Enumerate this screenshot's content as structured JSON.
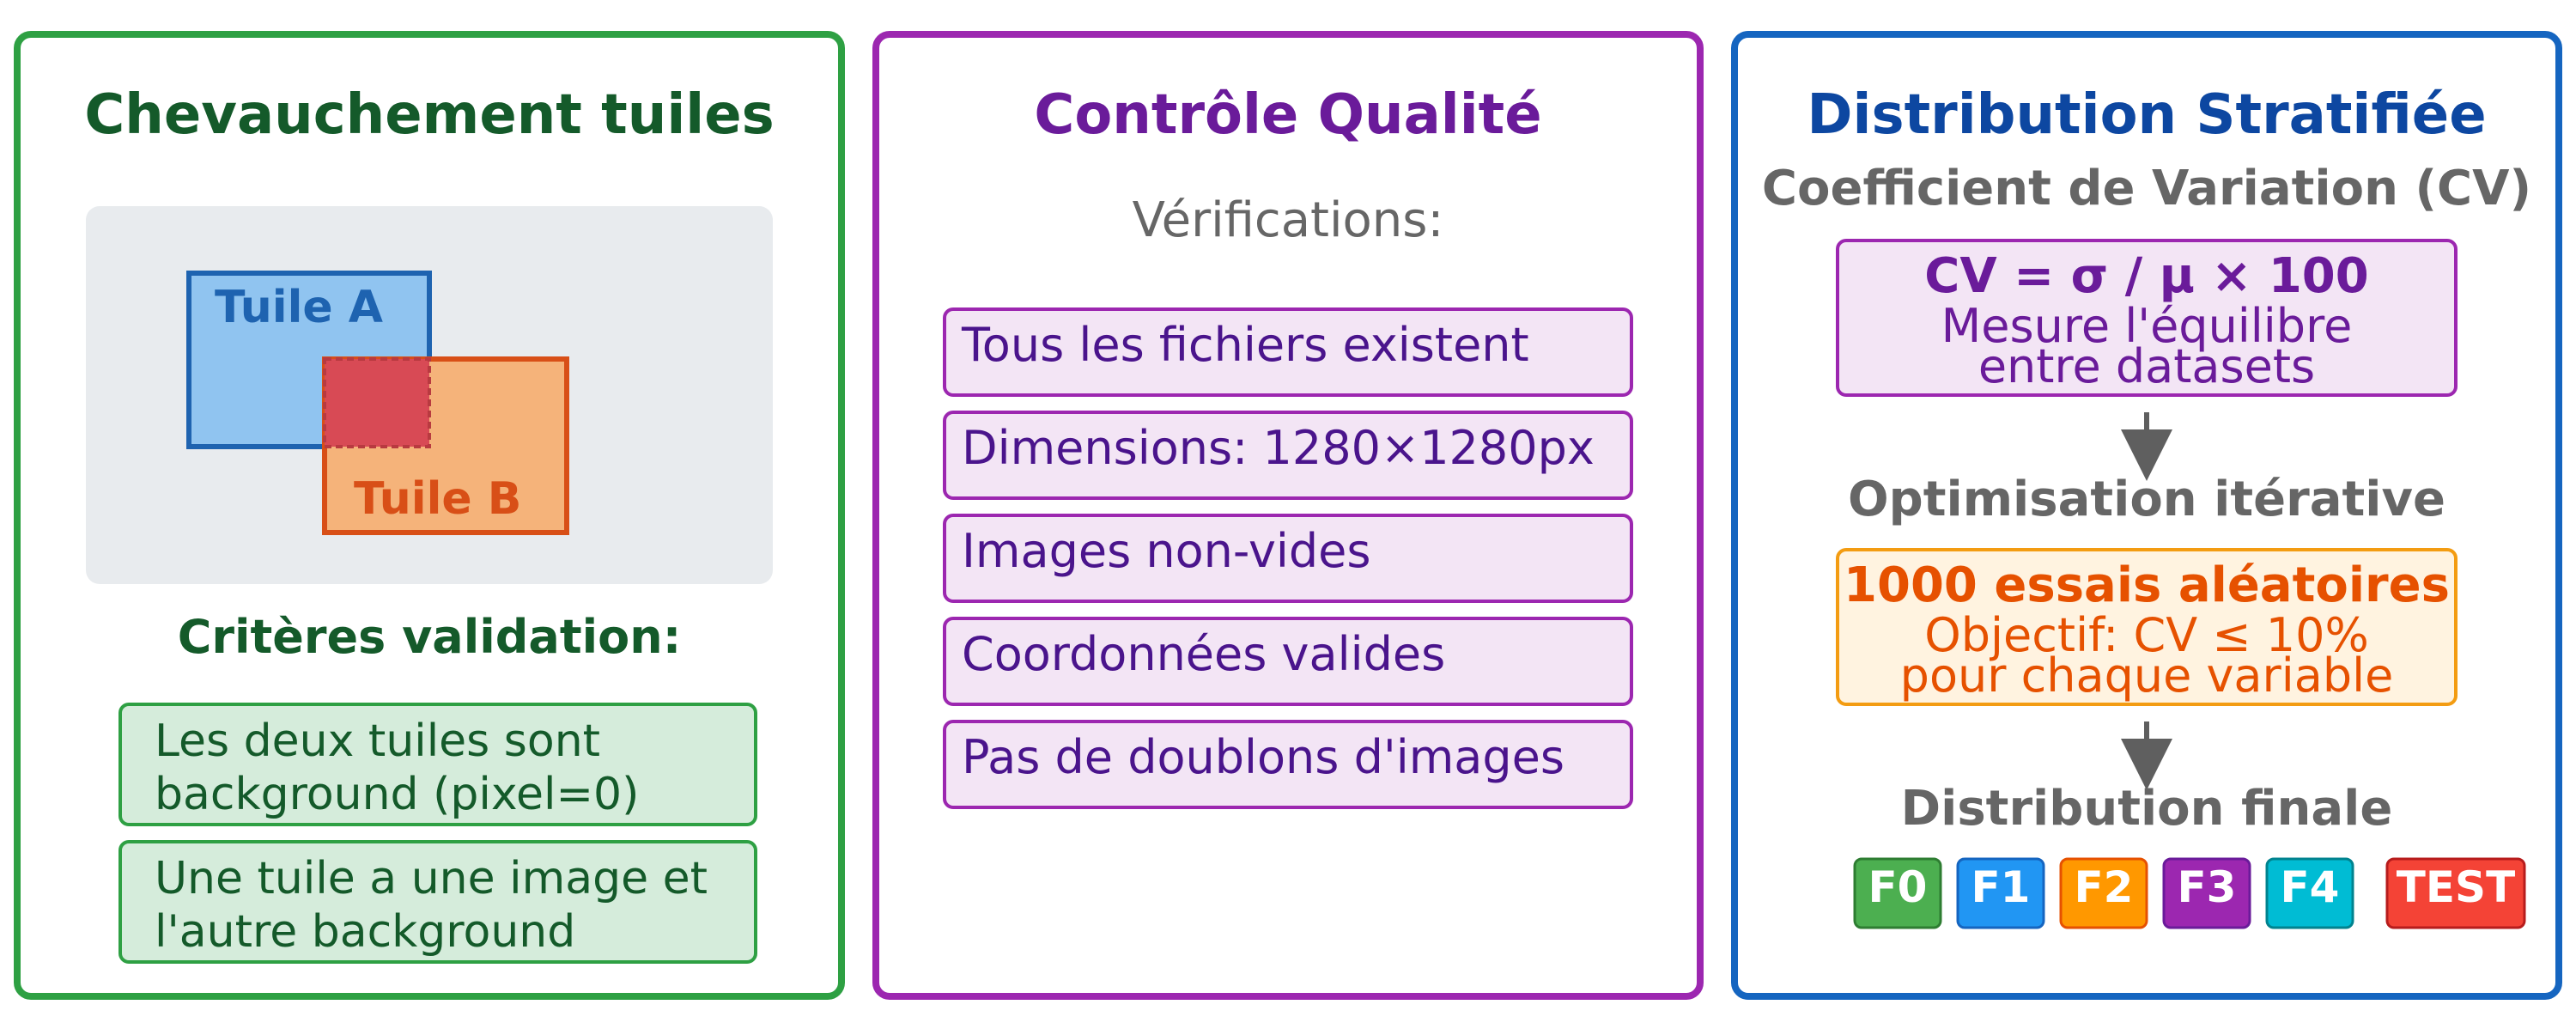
{
  "colors": {
    "green": "#2ea043",
    "green_dark": "#145a2a",
    "green_fill": "#d5ecdb",
    "purple": "#9c27b0",
    "purple_dark": "#6a1b9a",
    "purple_text": "#4a148c",
    "purple_fill": "#f3e5f5",
    "blue": "#1565c0",
    "blue_title": "#0d47a1",
    "orange": "#f39c12",
    "orange_text": "#e65100",
    "orange_fill": "#fff3e0",
    "gray_text": "#666666",
    "gray_bg": "#e8ebee"
  },
  "panel_overlap": {
    "title": "Chevauchement tuiles",
    "tile_a_label": "Tuile A",
    "tile_b_label": "Tuile B",
    "criteria_title": "Critères validation:",
    "criteria": [
      {
        "line1": "Les deux tuiles sont",
        "line2": "background (pixel=0)"
      },
      {
        "line1": "Une tuile a une image et",
        "line2": "l'autre background"
      }
    ]
  },
  "panel_quality": {
    "title": "Contrôle Qualité",
    "subtitle": "Vérifications:",
    "checks": [
      "Tous les fichiers existent",
      "Dimensions: 1280×1280px",
      "Images non-vides",
      "Coordonnées valides",
      "Pas de doublons d'images"
    ]
  },
  "panel_distribution": {
    "title": "Distribution Stratifiée",
    "subtitle": "Coefficient de Variation (CV)",
    "formula_title": "CV = σ / μ × 100",
    "formula_line1": "Mesure l'équilibre",
    "formula_line2": "entre datasets",
    "step2_title": "Optimisation itérative",
    "trials_title": "1000 essais aléatoires",
    "trials_line1": "Objectif: CV ≤ 10%",
    "trials_line2": "pour chaque variable",
    "step3_title": "Distribution finale",
    "folds": [
      {
        "label": "F0",
        "color": "#4caf50",
        "border": "#2e7d32"
      },
      {
        "label": "F1",
        "color": "#2196f3",
        "border": "#1565c0"
      },
      {
        "label": "F2",
        "color": "#ff9800",
        "border": "#e65100"
      },
      {
        "label": "F3",
        "color": "#9c27b0",
        "border": "#6a1b9a"
      },
      {
        "label": "F4",
        "color": "#00bcd4",
        "border": "#00838f"
      },
      {
        "label": "TEST",
        "color": "#f44336",
        "border": "#b71c1c"
      }
    ]
  }
}
